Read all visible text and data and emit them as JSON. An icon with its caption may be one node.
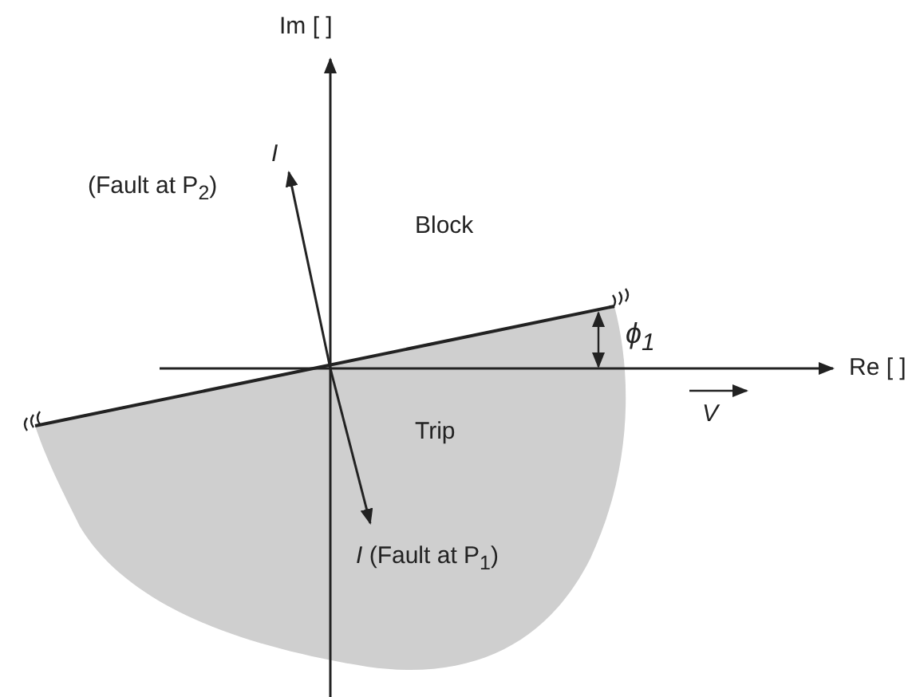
{
  "diagram": {
    "labels": [
      "Im [ ]",
      "I",
      "(Fault at P$_{2}$)",
      "Block",
      "ϕ$_{1}$",
      "Re [ ]",
      "V",
      "Trip",
      "*I* (Fault at P$_{1}$)"
    ]
  }
}
